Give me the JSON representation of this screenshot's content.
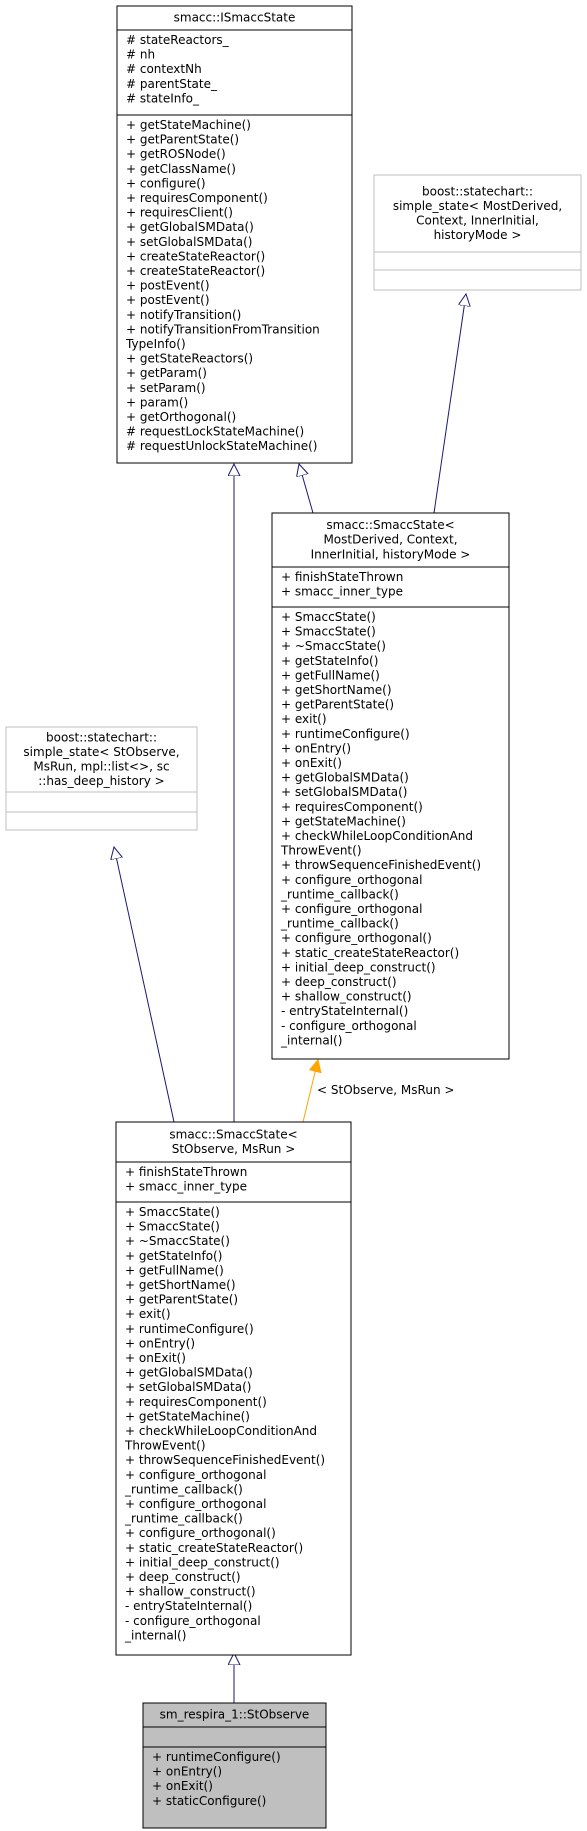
{
  "classes": {
    "ismacc": {
      "title": [
        "smacc::ISmaccState"
      ],
      "attributes": [
        "# stateReactors_",
        "# nh",
        "# contextNh",
        "# parentState_",
        "# stateInfo_"
      ],
      "methods": [
        "+ getStateMachine()",
        "+ getParentState()",
        "+ getROSNode()",
        "+ getClassName()",
        "+ configure()",
        "+ requiresComponent()",
        "+ requiresClient()",
        "+ getGlobalSMData()",
        "+ setGlobalSMData()",
        "+ createStateReactor()",
        "+ createStateReactor()",
        "+ postEvent()",
        "+ postEvent()",
        "+ notifyTransition()",
        "+ notifyTransitionFromTransition",
        "TypeInfo()",
        "+ getStateReactors()",
        "+ getParam()",
        "+ setParam()",
        "+ param()",
        "+ getOrthogonal()",
        "# requestLockStateMachine()",
        "# requestUnlockStateMachine()"
      ]
    },
    "boost_generic": {
      "title": [
        "boost::statechart::",
        "simple_state< MostDerived,",
        "Context, InnerInitial,",
        "historyMode >"
      ],
      "attributes": [],
      "methods": []
    },
    "smacc_generic": {
      "title": [
        "smacc::SmaccState<",
        "MostDerived, Context,",
        "InnerInitial, historyMode >"
      ],
      "attributes": [
        "+ finishStateThrown",
        "+ smacc_inner_type"
      ],
      "methods": [
        "+ SmaccState()",
        "+ SmaccState()",
        "+ ~SmaccState()",
        "+ getStateInfo()",
        "+ getFullName()",
        "+ getShortName()",
        "+ getParentState()",
        "+ exit()",
        "+ runtimeConfigure()",
        "+ onEntry()",
        "+ onExit()",
        "+ getGlobalSMData()",
        "+ setGlobalSMData()",
        "+ requiresComponent()",
        "+ getStateMachine()",
        "+ checkWhileLoopConditionAnd",
        "ThrowEvent()",
        "+ throwSequenceFinishedEvent()",
        "+ configure_orthogonal",
        "_runtime_callback()",
        "+ configure_orthogonal",
        "_runtime_callback()",
        "+ configure_orthogonal()",
        "+ static_createStateReactor()",
        "+ initial_deep_construct()",
        "+ deep_construct()",
        "+ shallow_construct()",
        "- entryStateInternal()",
        "- configure_orthogonal",
        "_internal()"
      ]
    },
    "boost_concrete": {
      "title": [
        "boost::statechart::",
        "simple_state< StObserve,",
        "MsRun, mpl::list<>, sc",
        "::has_deep_history >"
      ],
      "attributes": [],
      "methods": []
    },
    "smacc_concrete": {
      "title": [
        "smacc::SmaccState<",
        "StObserve, MsRun >"
      ],
      "attributes": [
        "+ finishStateThrown",
        "+ smacc_inner_type"
      ],
      "methods": [
        "+ SmaccState()",
        "+ SmaccState()",
        "+ ~SmaccState()",
        "+ getStateInfo()",
        "+ getFullName()",
        "+ getShortName()",
        "+ getParentState()",
        "+ exit()",
        "+ runtimeConfigure()",
        "+ onEntry()",
        "+ onExit()",
        "+ getGlobalSMData()",
        "+ setGlobalSMData()",
        "+ requiresComponent()",
        "+ getStateMachine()",
        "+ checkWhileLoopConditionAnd",
        "ThrowEvent()",
        "+ throwSequenceFinishedEvent()",
        "+ configure_orthogonal",
        "_runtime_callback()",
        "+ configure_orthogonal",
        "_runtime_callback()",
        "+ configure_orthogonal()",
        "+ static_createStateReactor()",
        "+ initial_deep_construct()",
        "+ deep_construct()",
        "+ shallow_construct()",
        "- entryStateInternal()",
        "- configure_orthogonal",
        "_internal()"
      ]
    },
    "stobserve": {
      "title": [
        "sm_respira_1::StObserve"
      ],
      "attributes": [],
      "methods": [
        "+ runtimeConfigure()",
        "+ onEntry()",
        "+ onExit()",
        "+ staticConfigure()"
      ]
    }
  },
  "edge_labels": {
    "template_binding": "< StObserve, MsRun >"
  },
  "colors": {
    "inheritance": "#191970",
    "template": "#ffa500",
    "box_border": "#000000",
    "external_border": "#bfbfbf",
    "highlight_fill": "#bfbfbf"
  }
}
